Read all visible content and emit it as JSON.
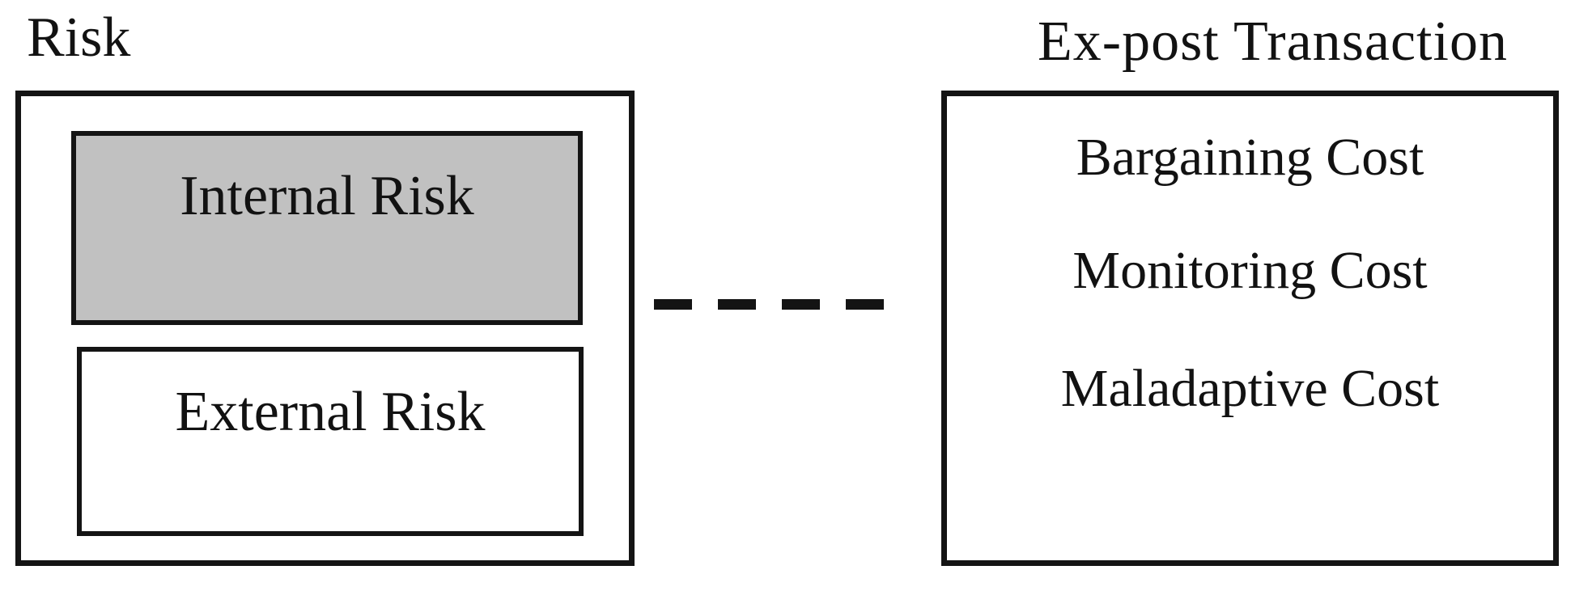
{
  "diagram": {
    "left_box": {
      "title": "Risk",
      "inner_boxes": [
        {
          "label": "Internal Risk",
          "filled": true,
          "fill_color": "#c1c1c1"
        },
        {
          "label": "External Risk",
          "filled": false,
          "fill_color": "#ffffff"
        }
      ]
    },
    "right_box": {
      "title": "Ex-post Transaction",
      "items": [
        "Bargaining Cost",
        "Monitoring Cost",
        "Maladaptive Cost"
      ]
    },
    "connector": {
      "style": "dashed",
      "dash_count": 4
    },
    "colors": {
      "border": "#141414",
      "text": "#121212",
      "internal_risk_fill": "#c1c1c1",
      "background": "#ffffff"
    }
  }
}
